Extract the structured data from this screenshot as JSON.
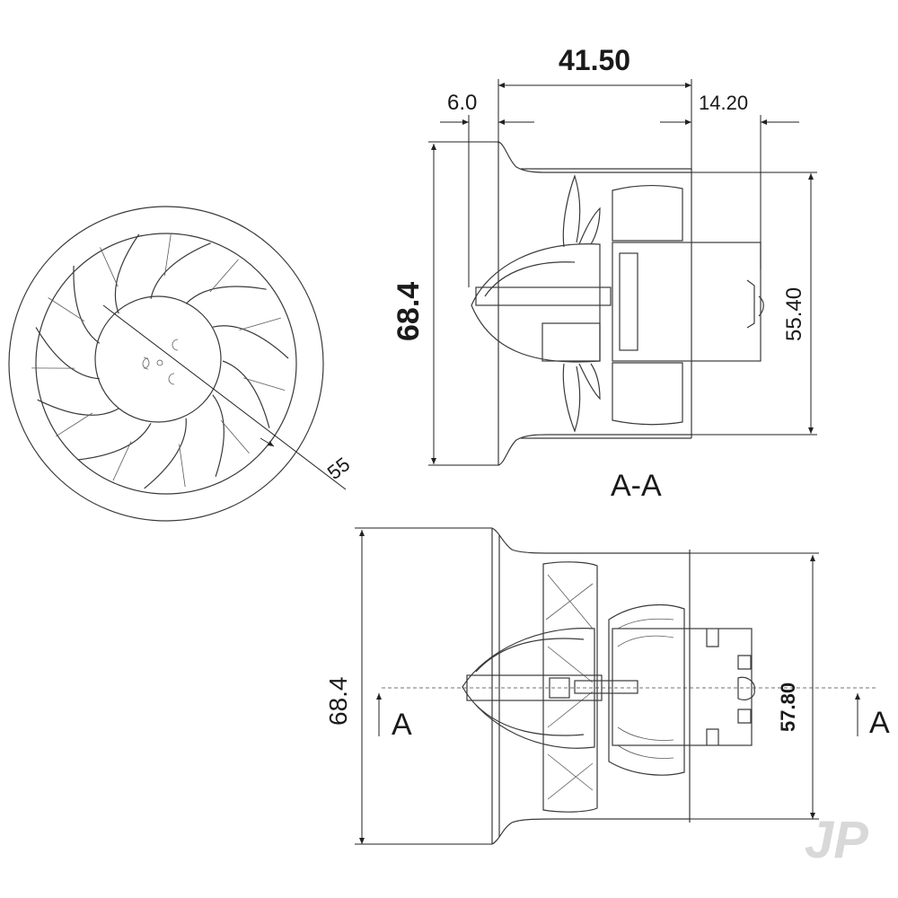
{
  "front_view": {
    "diameter_label": "55"
  },
  "section_view": {
    "title": "A-A",
    "overall_length": "41.50",
    "inlet_lip": "6.0",
    "motor_overhang": "14.20",
    "outer_diameter": "68.4",
    "duct_diameter": "55.40"
  },
  "side_view": {
    "outer_diameter": "68.4",
    "length_to_tip": "57.80",
    "section_marker_left": "A",
    "section_marker_right": "A"
  },
  "watermark": "JP",
  "colors": {
    "line": "#3a3a3a",
    "dimension": "#222222",
    "watermark": "#d8d8d8"
  }
}
